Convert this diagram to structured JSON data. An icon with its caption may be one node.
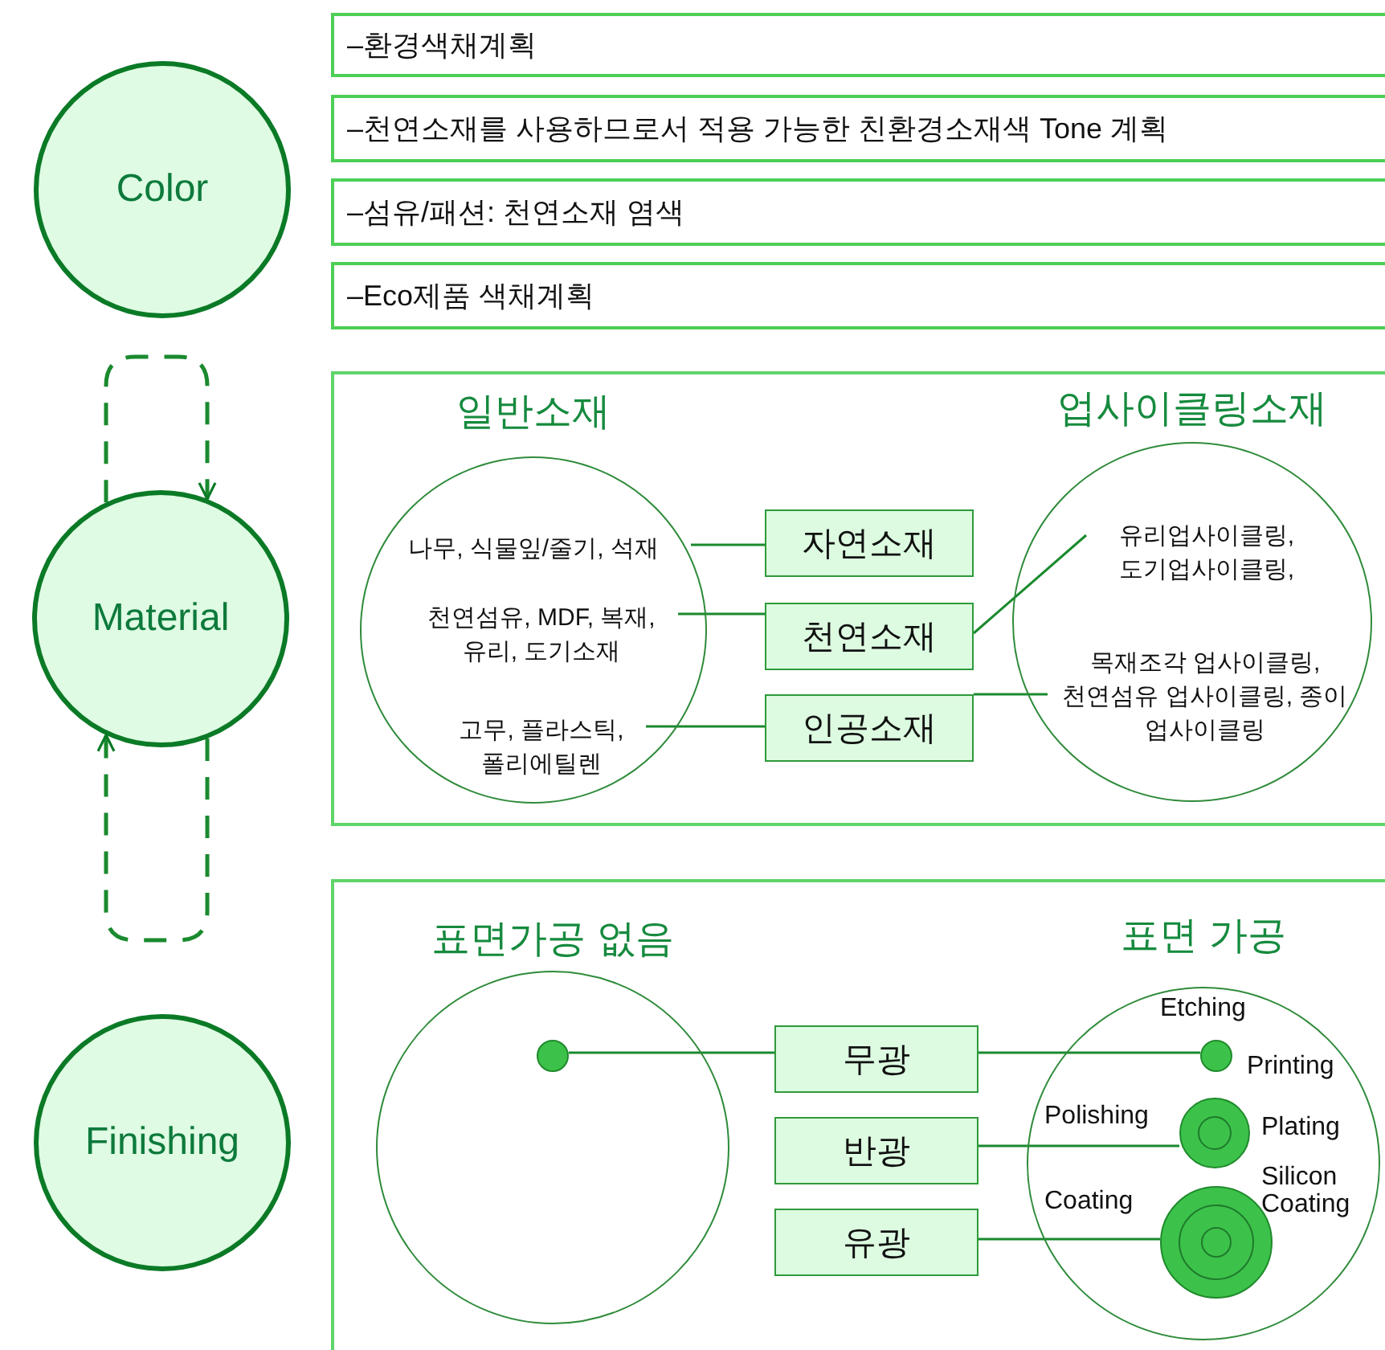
{
  "diagram": {
    "nodes": [
      {
        "text": [
          "Color"
        ]
      },
      {
        "text": [
          "Material"
        ]
      },
      {
        "text": [
          "Finishing"
        ]
      },
      {
        "text": [
          "–환경색채계획"
        ]
      },
      {
        "text": [
          "–천연소재를 사용하므로서 적용 가능한 친환경소재색 Tone 계획"
        ]
      },
      {
        "text": [
          "–섬유/패션: 천연소재 염색"
        ]
      },
      {
        "text": [
          "–Eco제품 색채계획"
        ]
      },
      {
        "text": [],
        "shape": "box"
      },
      {
        "text": [
          "일반소재"
        ],
        "in": 7
      },
      {
        "text": [
          "나무, 식물잎/줄기, 석재"
        ],
        "in": 8
      },
      {
        "text": [
          "천연섬유, MDF, 복재, 유리, 도기소재"
        ],
        "in": 8
      },
      {
        "text": [
          "고무, 플라스틱, 폴리에틸렌"
        ],
        "in": 8
      },
      {
        "text": [
          "자연소재"
        ],
        "in": 7
      },
      {
        "text": [
          "천연소재"
        ],
        "in": 7
      },
      {
        "text": [
          "인공소재"
        ],
        "in": 7
      },
      {
        "text": [
          "업사이클링소재"
        ],
        "in": 7
      },
      {
        "text": [
          "유리업사이클링, 도기업사이클링,"
        ],
        "in": 15
      },
      {
        "text": [
          "목재조각 업사이클링, 천연섬유 업사이클링, 종이 업사이클링"
        ],
        "in": 15
      },
      {
        "text": [],
        "shape": "box"
      },
      {
        "text": [
          "표면가공 없음"
        ],
        "in": 18
      },
      {
        "text": [],
        "shape": "circle",
        "in": 19
      },
      {
        "text": [
          "무광"
        ],
        "in": 18
      },
      {
        "text": [
          "반광"
        ],
        "in": 18
      },
      {
        "text": [
          "유광"
        ],
        "in": 18
      },
      {
        "text": [
          "표면 가공"
        ],
        "in": 18
      },
      {
        "text": [],
        "shape": "circle",
        "in": 24,
        "beside": [
          "Etching",
          "Printing"
        ]
      },
      {
        "text": [],
        "shape": "circle",
        "in": 24,
        "beside": [
          "Polishing",
          "Plating"
        ]
      },
      {
        "text": [],
        "shape": "circle",
        "in": 24,
        "beside": [
          "Coating",
          "Silicon Coating"
        ]
      }
    ],
    "edges": [
      {
        "from": 1,
        "to": 1,
        "arrow": "to",
        "style": "dashed"
      },
      {
        "from": 1,
        "to": 1,
        "arrow": "to",
        "style": "dashed"
      },
      {
        "from": 9,
        "to": 12,
        "arrow": "none"
      },
      {
        "from": 10,
        "to": 13,
        "arrow": "none"
      },
      {
        "from": 11,
        "to": 14,
        "arrow": "none"
      },
      {
        "from": 13,
        "to": 16,
        "arrow": "none"
      },
      {
        "from": 14,
        "to": 17,
        "arrow": "none"
      },
      {
        "from": 20,
        "to": 21,
        "arrow": "none"
      },
      {
        "from": 21,
        "to": 25,
        "arrow": "none"
      },
      {
        "from": 22,
        "to": 26,
        "arrow": "none"
      },
      {
        "from": 23,
        "to": 27,
        "arrow": "none"
      }
    ]
  }
}
